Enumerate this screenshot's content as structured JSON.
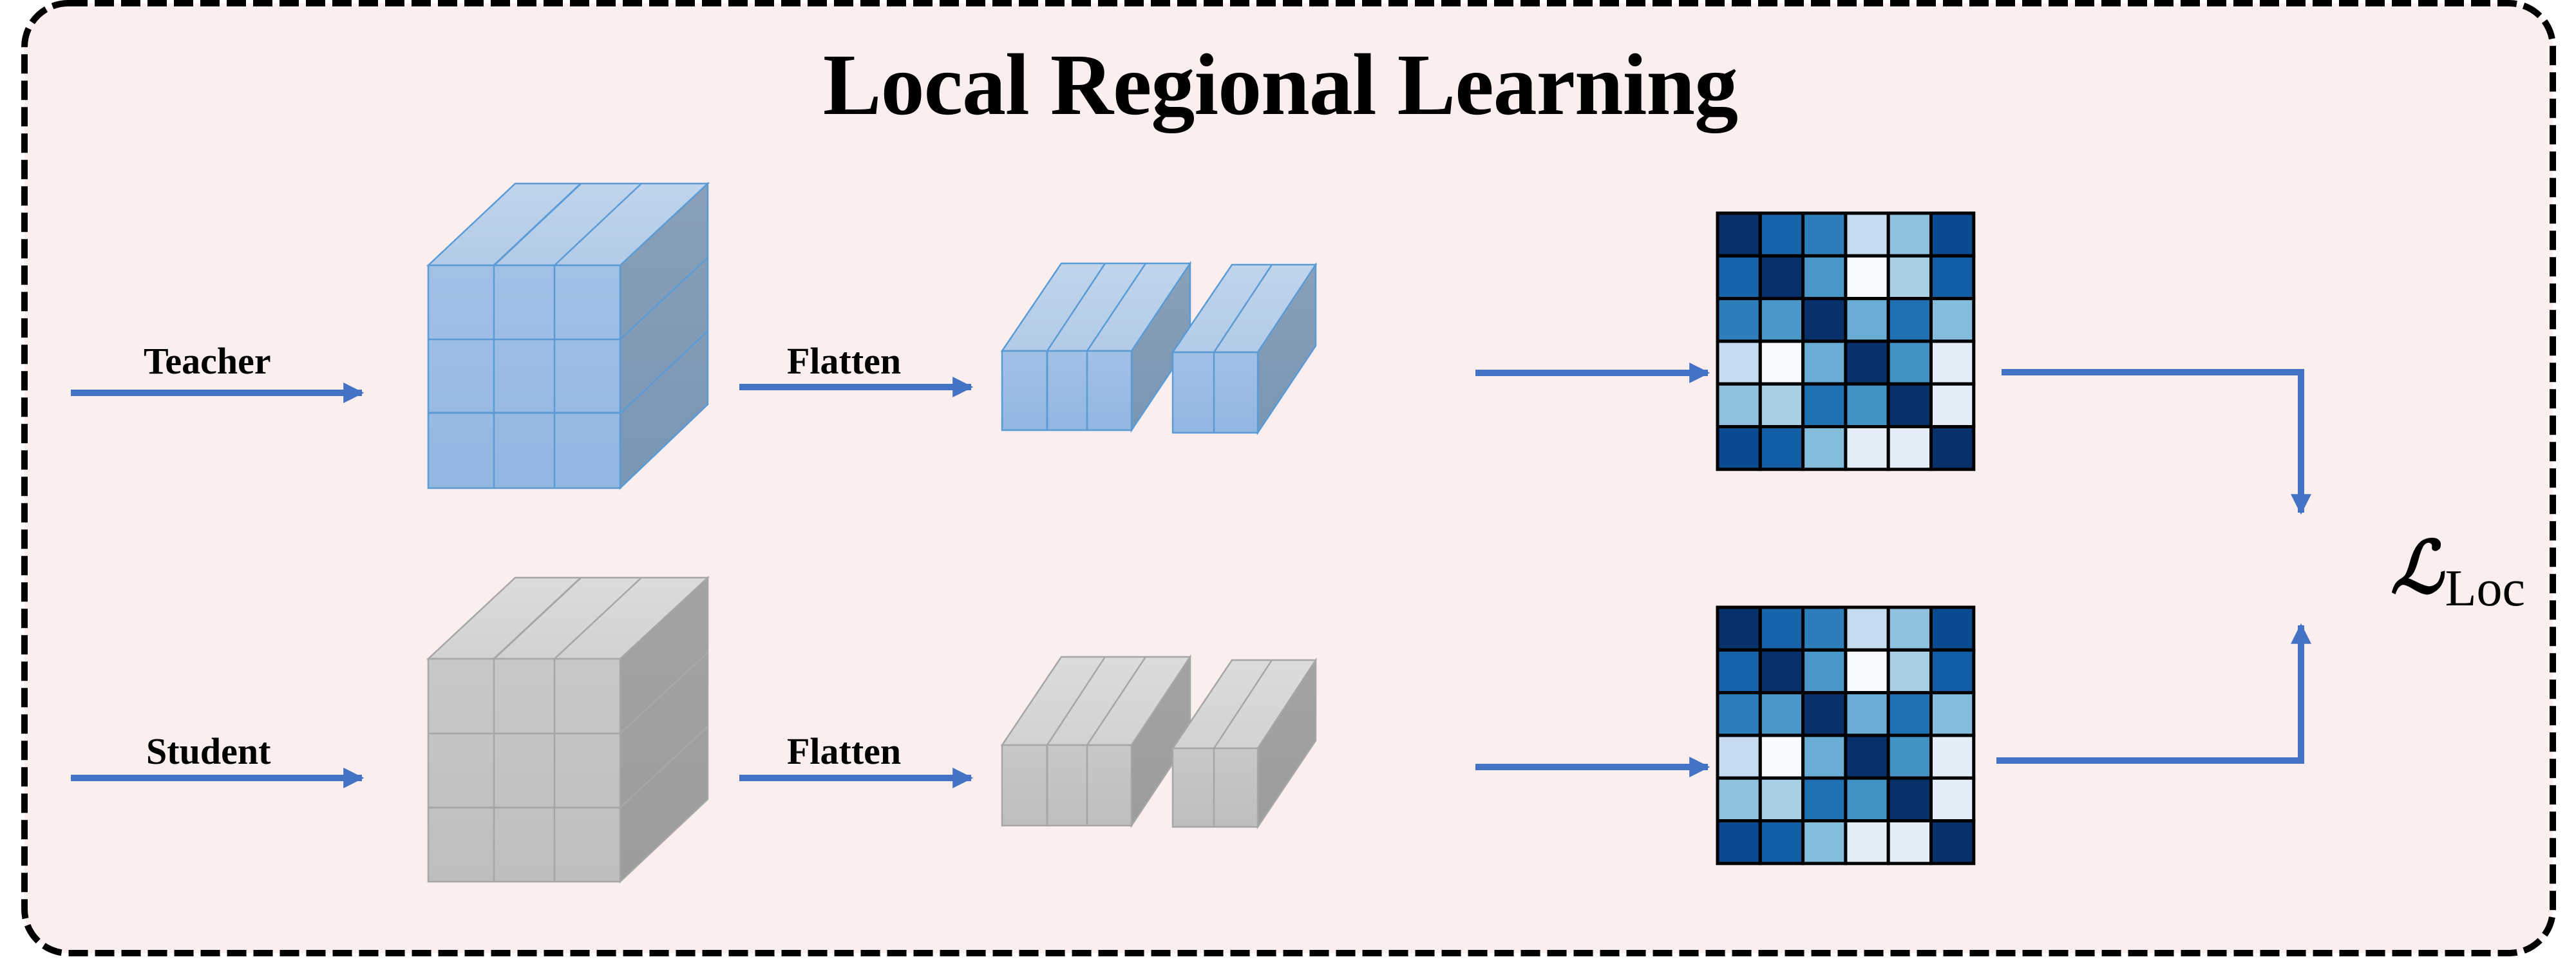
{
  "title": "Local Regional Learning",
  "colors": {
    "background": "#fbeeee",
    "border": "#000000",
    "arrow": "#4472c4",
    "teacher_front": "#9dbde4",
    "teacher_top": "#bcd3eb",
    "teacher_side": "#7f9bbb",
    "teacher_edge": "#5b9bd5",
    "student_front": "#c3c3c3",
    "student_top": "#d7d7d7",
    "student_side": "#a0a0a0",
    "student_edge": "#a6a6a6"
  },
  "branches": [
    {
      "id": "teacher",
      "input_label": "Teacher",
      "flatten_label": "Flatten",
      "tensor_icon": "blue-feature-cube-3x3x3",
      "flattened_icon": "blue-flattened-feature-bars"
    },
    {
      "id": "student",
      "input_label": "Student",
      "flatten_label": "Flatten",
      "tensor_icon": "gray-feature-cube-3x3x3",
      "flattened_icon": "gray-flattened-feature-bars"
    }
  ],
  "loss": {
    "symbol": "ℒ",
    "subscript": "Loc"
  },
  "heatmap": {
    "rows": 6,
    "cols": 6,
    "colormap": "Blues",
    "cells": [
      [
        "#08306b",
        "#1764ab",
        "#2e7ebc",
        "#c6dbef",
        "#8fc1de",
        "#0a4a90"
      ],
      [
        "#1764ab",
        "#08306b",
        "#4a98c9",
        "#f7fbff",
        "#a8cfe5",
        "#125ea6"
      ],
      [
        "#2e7ebc",
        "#4a98c9",
        "#08306b",
        "#6aaed6",
        "#2070b4",
        "#84bcdb"
      ],
      [
        "#c6dbef",
        "#f7fbff",
        "#6aaed6",
        "#08306b",
        "#4292c6",
        "#e3eef9"
      ],
      [
        "#8fc1de",
        "#a8cfe5",
        "#2070b4",
        "#4292c6",
        "#08306b",
        "#e3eef9"
      ],
      [
        "#0a4a90",
        "#125ea6",
        "#84bcdb",
        "#e3eef9",
        "#e3eef9",
        "#08306b"
      ]
    ]
  }
}
